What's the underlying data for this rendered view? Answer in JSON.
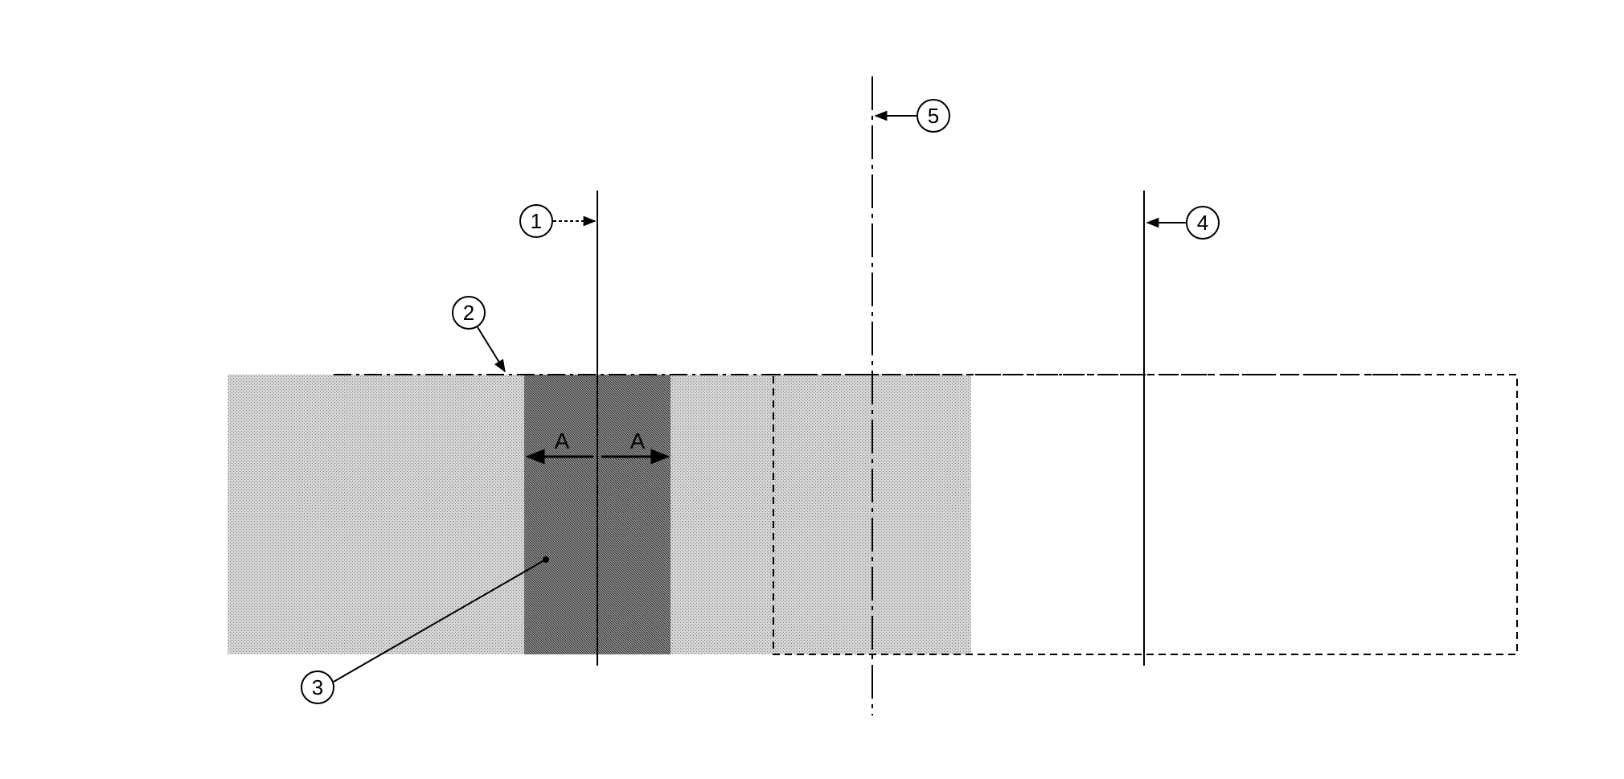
{
  "callouts": {
    "c1": "1",
    "c2": "2",
    "c3": "3",
    "c4": "4",
    "c5": "5"
  },
  "dimensions": {
    "left_label": "A",
    "right_label": "A"
  },
  "colors": {
    "line": "#000000",
    "light_hatch": "#c4c4c4",
    "dark_hatch": "#6e6e6e",
    "background": "#ffffff"
  }
}
